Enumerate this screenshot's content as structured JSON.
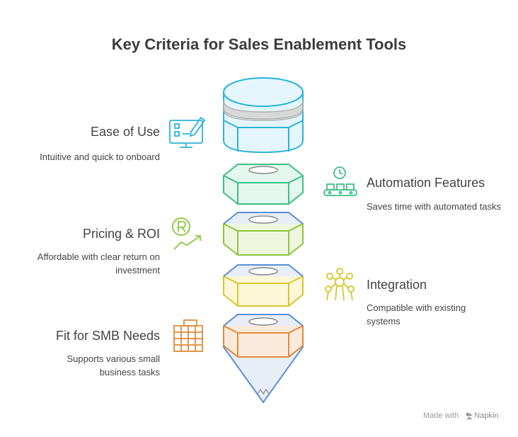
{
  "title": "Key Criteria for Sales Enablement Tools",
  "criteria": [
    {
      "title": "Ease of Use",
      "description": "Intuitive and quick to onboard",
      "color": "#2bb3d9",
      "icon": "monitor-pencil-icon"
    },
    {
      "title": "Automation Features",
      "description": "Saves time with automated tasks",
      "color": "#3fbf86",
      "icon": "conveyor-clock-icon"
    },
    {
      "title": "Pricing & ROI",
      "description": "Affordable with clear return on investment",
      "color": "#8cc63f",
      "icon": "coin-growth-icon"
    },
    {
      "title": "Integration",
      "description": "Compatible with existing systems",
      "color": "#d9c52b",
      "icon": "network-nodes-icon"
    },
    {
      "title": "Fit for SMB Needs",
      "description": "Supports various small business tasks",
      "color": "#e08a3a",
      "icon": "building-icon"
    }
  ],
  "footer": {
    "made_with": "Made with",
    "brand": "Napkin"
  }
}
